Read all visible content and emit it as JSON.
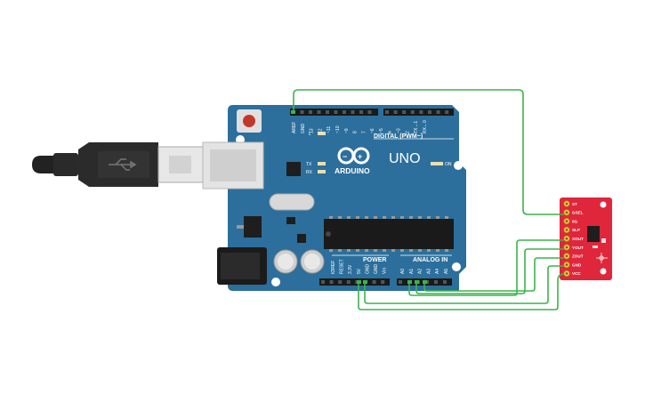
{
  "arduino": {
    "brand": "ARDUINO",
    "model": "UNO",
    "digital_header_label": "DIGITAL (PWM~)",
    "power_header_label": "POWER",
    "analog_header_label": "ANALOG IN",
    "led_l": "L",
    "led_tx": "TX",
    "led_rx": "RX",
    "led_on": "ON",
    "digital_pins": [
      "AREF",
      "GND",
      "13",
      "12",
      "~11",
      "~10",
      "~9",
      "8",
      "7",
      "~6",
      "~5",
      "4",
      "~3",
      "2",
      "TX→1",
      "RX←0"
    ],
    "power_pins": [
      "IOREF",
      "RESET",
      "3.3V",
      "5V",
      "GND",
      "GND",
      "Vin"
    ],
    "analog_pins": [
      "A0",
      "A1",
      "A2",
      "A3",
      "A4",
      "A5"
    ]
  },
  "sensor": {
    "pins": [
      "ST",
      "GSEL",
      "0G",
      "SLP",
      "XOUT",
      "YOUT",
      "ZOUT",
      "GND",
      "VCC"
    ]
  },
  "colors": {
    "board_blue": "#2c6f9c",
    "board_dark": "#1f5680",
    "wire_green": "#3cb44b",
    "sensor_red": "#e0263b",
    "header_black": "#1a1a1a",
    "usb_black": "#222222",
    "usb_grey": "#c9c9c9"
  }
}
